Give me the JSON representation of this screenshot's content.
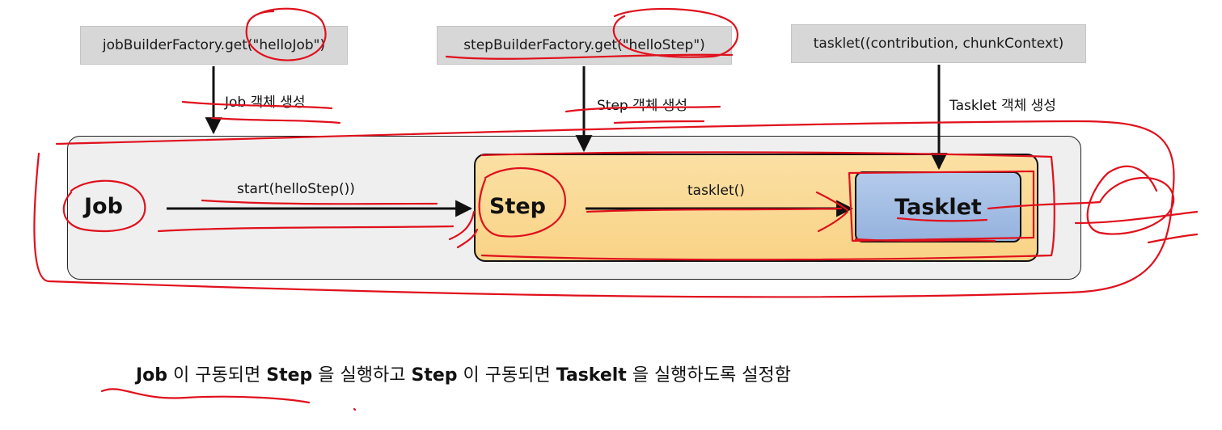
{
  "code_boxes": {
    "job": "jobBuilderFactory.get(\"helloJob\")",
    "step": "stepBuilderFactory.get(\"helloStep\")",
    "tasklet": "tasklet((contribution, chunkContext)"
  },
  "creation_labels": {
    "job": "Job 객체 생성",
    "step": "Step 객체 생성",
    "tasklet": "Tasklet 객체 생성"
  },
  "nodes": {
    "job": "Job",
    "step": "Step",
    "tasklet": "Tasklet"
  },
  "edges": {
    "job_to_step": "start(helloStep())",
    "step_to_tasklet": "tasklet()"
  },
  "caption": {
    "w1": "Job",
    "t1": " 이 구동되면 ",
    "w2": "Step",
    "t2": " 을 실행하고 ",
    "w3": "Step",
    "t3": " 이 구동되면 ",
    "w4": "Taskelt",
    "t4": " 을 실행하도록 설정함"
  },
  "colors": {
    "annotation": "#e0101c",
    "outer_fill": "#efefef",
    "step_fill": "#f9d386",
    "tasklet_fill": "#95b2de",
    "code_box_fill": "#d7d7d7"
  }
}
